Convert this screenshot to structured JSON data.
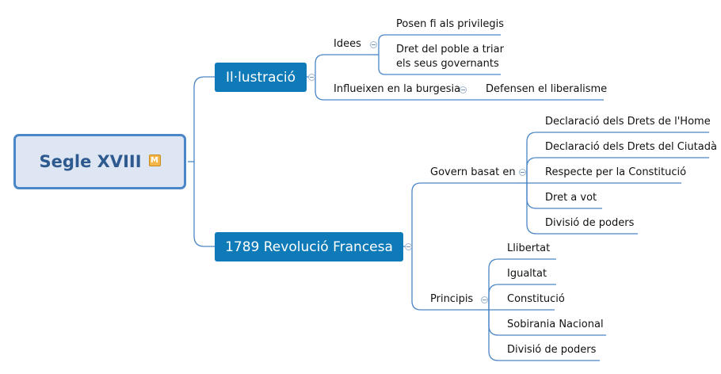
{
  "root": {
    "title": "Segle XVIII",
    "marker_icon": "M"
  },
  "topics": {
    "illustracio": "Il·lustració",
    "revolucio": "1789 Revolució Francesa"
  },
  "illustracio": {
    "idees": {
      "label": "Idees",
      "items": [
        "Posen fi als privilegis",
        "Dret del poble a triar",
        "els seus governants"
      ]
    },
    "burgesia": {
      "label": "Influeixen en la burgesia",
      "items": [
        "Defensen el liberalisme"
      ]
    }
  },
  "revolucio": {
    "govern": {
      "label": "Govern basat en",
      "items": [
        "Declaració dels Drets de l'Home",
        "Declaració dels Drets del Ciutadà",
        "Respecte per la Constitució",
        "Dret a vot",
        "Divisió de poders"
      ]
    },
    "principis": {
      "label": "Principis",
      "items": [
        "Llibertat",
        "Igualtat",
        "Constitució",
        "Sobirania Nacional",
        "Divisió de poders"
      ]
    }
  },
  "colors": {
    "line": "#4a86c8",
    "topic_fill": "#0e7ab8",
    "root_fill": "#dde6f2",
    "root_border": "#4a86c8",
    "root_text": "#2f5a8f"
  }
}
